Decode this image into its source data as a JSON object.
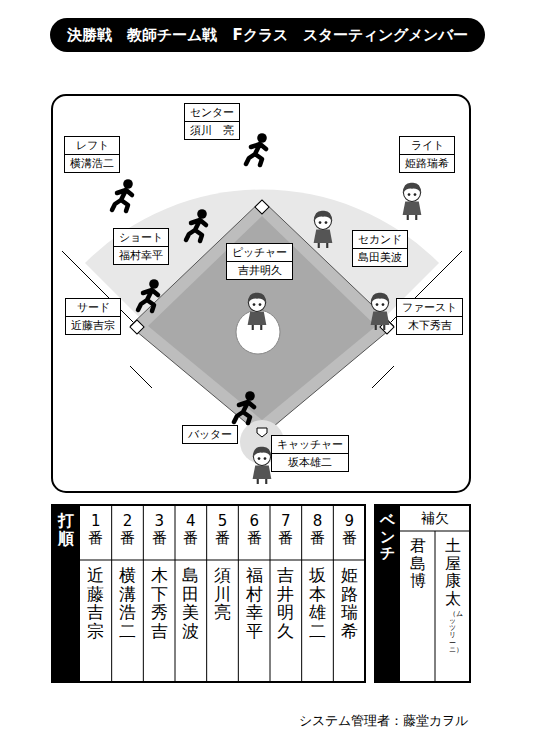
{
  "diagram": {
    "title": "決勝戦　教師チーム戦　Fクラス　スターティングメンバー",
    "nodes": [
      {
        "text": [
          "センター",
          "須川　亮"
        ]
      },
      {
        "text": [
          "レフト",
          "横溝浩二"
        ]
      },
      {
        "text": [
          "ライト",
          "姫路瑞希"
        ]
      },
      {
        "text": [
          "ショート",
          "福村幸平"
        ]
      },
      {
        "text": [
          "セカンド",
          "島田美波"
        ]
      },
      {
        "text": [
          "ピッチャー",
          "吉井明久"
        ]
      },
      {
        "text": [
          "サード",
          "近藤吉宗"
        ]
      },
      {
        "text": [
          "ファースト",
          "木下秀吉"
        ]
      },
      {
        "text": [
          "バッター"
        ]
      },
      {
        "text": [
          "キャッチャー",
          "坂本雄二"
        ]
      }
    ],
    "labels": [
      "打順",
      "1番",
      "2番",
      "3番",
      "4番",
      "5番",
      "6番",
      "7番",
      "8番",
      "9番",
      "近藤吉宗",
      "横溝浩二",
      "木下秀吉",
      "島田美波",
      "須川　亮",
      "福村幸平",
      "吉井明久",
      "坂本雄二",
      "姫路瑞希",
      "ベンチ",
      "補欠",
      "君島　博",
      "土屋康太",
      "（ムッツリーニ）",
      "システム管理者：藤堂カヲル"
    ]
  }
}
